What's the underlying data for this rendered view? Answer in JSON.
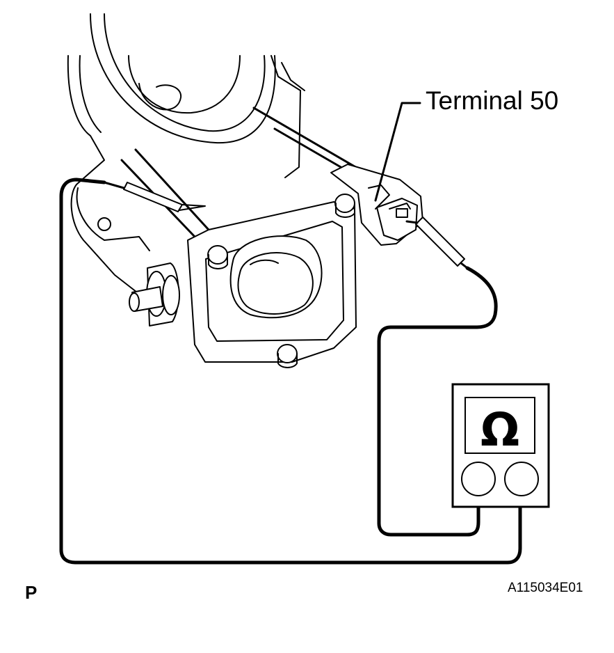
{
  "labels": {
    "terminal": "Terminal 50",
    "page_marker": "P",
    "figure_code": "A115034E01"
  },
  "meter": {
    "symbol": "Ω",
    "symbol_icon": "ohm-icon"
  }
}
